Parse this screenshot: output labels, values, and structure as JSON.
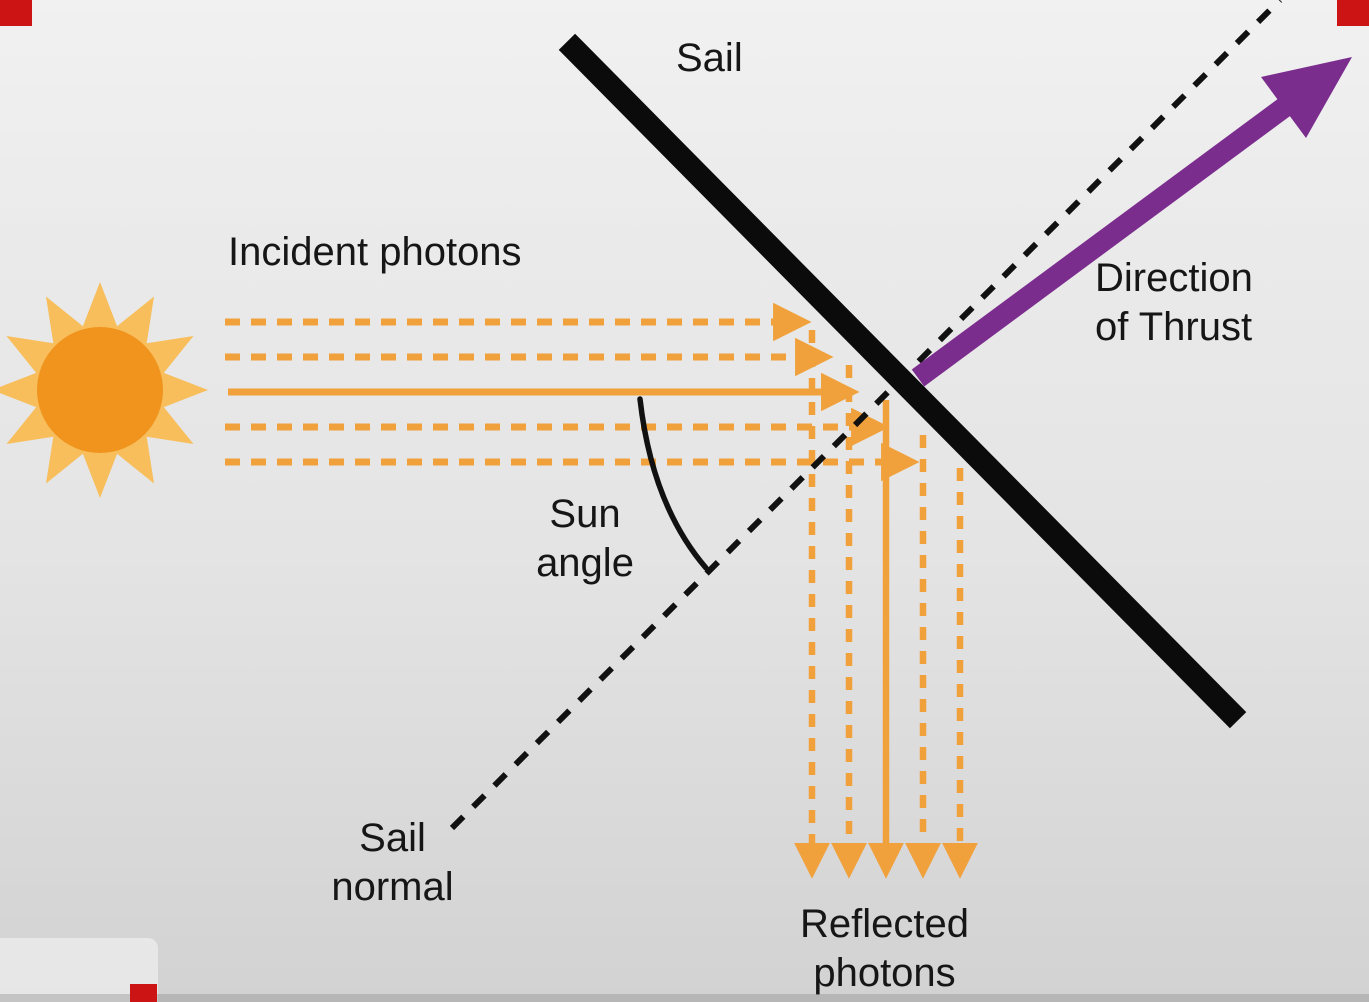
{
  "labels": {
    "sail": "Sail",
    "incident_photons": "Incident photons",
    "direction_line1": "Direction",
    "direction_line2": "of Thrust",
    "sun_angle_line1": "Sun",
    "sun_angle_line2": "angle",
    "sail_normal_line1": "Sail",
    "sail_normal_line2": "normal",
    "reflected_line1": "Reflected",
    "reflected_line2": "photons"
  },
  "colors": {
    "photon_orange": "#F0A13C",
    "sun_core_orange": "#F0941D",
    "sun_ray_orange": "#F7BE5B",
    "thrust_purple": "#7B2D8E",
    "sail_black": "#0B0B0B",
    "normal_black": "#111111",
    "text_dark": "#161616",
    "marker_red": "#CC1414",
    "background_gray": "#E4E4E4"
  }
}
